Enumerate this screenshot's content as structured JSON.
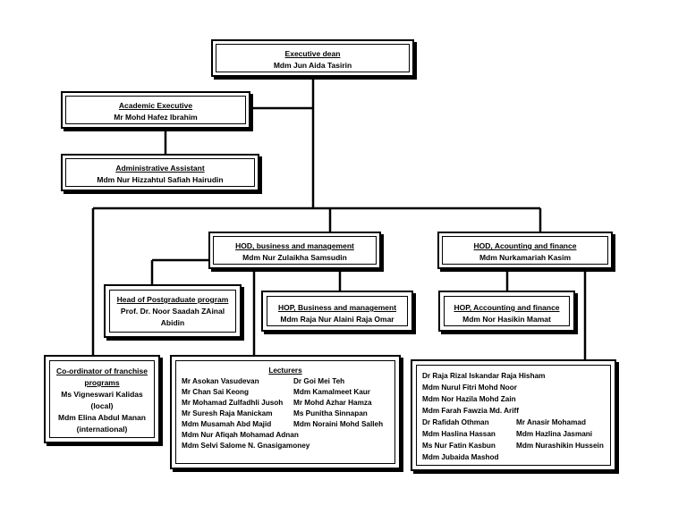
{
  "executive_dean": {
    "title": "Executive dean",
    "name": "Mdm Jun Aida Tasirin"
  },
  "academic_executive": {
    "title": "Academic Executive",
    "name": "Mr Mohd Hafez Ibrahim"
  },
  "administrative_assistant": {
    "title": "Administrative Assistant",
    "name": "Mdm Nur Hizzahtul Safiah Hairudin"
  },
  "hod_business": {
    "title": "HOD, business and management",
    "name": "Mdm Nur Zulaikha Samsudin"
  },
  "hod_accounting": {
    "title": "HOD, Acounting and finance",
    "name": "Mdm Nurkamariah Kasim"
  },
  "head_postgraduate": {
    "title": "Head of Postgraduate program",
    "name_line1": "Prof. Dr. Noor Saadah ZAinal",
    "name_line2": "Abidin"
  },
  "hop_business": {
    "title": "HOP, Business and management",
    "name": "Mdm Raja Nur Alaini Raja Omar"
  },
  "hop_accounting": {
    "title": "HOP, Accounting and finance",
    "name": "Mdm Nor Hasikin Mamat"
  },
  "coordinator": {
    "title_line1": "Co-ordinator of franchise",
    "title_line2": "programs",
    "lines": [
      "Ms Vigneswari Kalidas",
      "(local)",
      "Mdm Elina Abdul Manan",
      "(international)"
    ]
  },
  "lecturers": {
    "title": "Lecturers",
    "left": [
      "Mr Asokan Vasudevan",
      "Mr Chan Sai Keong",
      "Mr Mohamad Zulfadhli Jusoh",
      "Mr Suresh Raja Manickam",
      "Mdm Musamah Abd Majid"
    ],
    "right": [
      "Dr Goi Mei Teh",
      "Mdm Kamalmeet Kaur",
      "Mr Mohd Azhar Hamza",
      "Ms Punitha Sinnapan",
      "Mdm Noraini Mohd Salleh"
    ],
    "full": [
      "Mdm Nur Afiqah Mohamad Adnan",
      "Mdm Selvi Salome N. Gnasigamoney"
    ]
  },
  "accounting_staff": {
    "full_top": [
      "Dr Raja Rizal Iskandar Raja Hisham",
      "Mdm Nurul Fitri Mohd Noor",
      "Mdm Nor Hazila Mohd Zain",
      "Mdm Farah Fawzia Md. Ariff"
    ],
    "left": [
      "Dr Rafidah Othman",
      "Mdm Haslina Hassan",
      "Ms Nur Fatin Kasbun",
      "Mdm Jubaida Mashod"
    ],
    "right": [
      "Mr Anasir Mohamad",
      "Mdm Hazlina Jasmani",
      "Mdm Nurashikin Hussein"
    ]
  }
}
